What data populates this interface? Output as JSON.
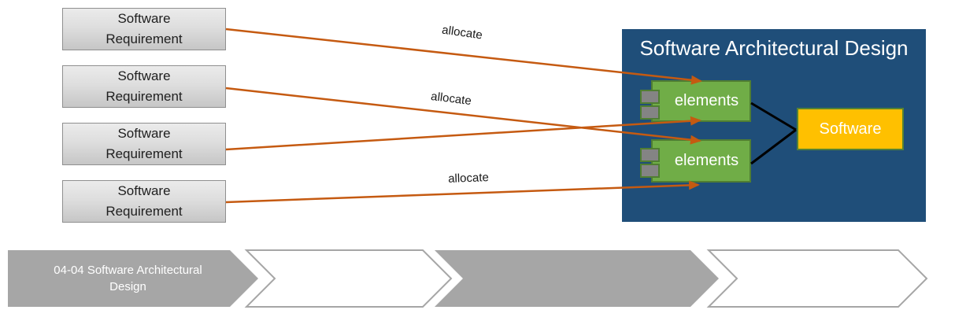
{
  "diagram": {
    "requirements": [
      {
        "label": "Software Requirement"
      },
      {
        "label": "Software Requirement"
      },
      {
        "label": "Software Requirement"
      },
      {
        "label": "Software Requirement"
      }
    ],
    "allocate_labels": [
      {
        "text": "allocate"
      },
      {
        "text": "allocate"
      },
      {
        "text": "allocate"
      }
    ],
    "architecture_panel": {
      "title": "Software Architectural Design",
      "element_blocks": [
        {
          "label": "elements"
        },
        {
          "label": "elements"
        }
      ],
      "software_block": {
        "label": "Software"
      }
    },
    "process_bar": {
      "steps": [
        {
          "label": "04-04 Software Architectural Design",
          "filled": true
        },
        {
          "label": "",
          "filled": false
        },
        {
          "label": "",
          "filled": true
        },
        {
          "label": "",
          "filled": false
        }
      ]
    },
    "colors": {
      "panel_blue": "#1F4E79",
      "element_green": "#70AD47",
      "green_border": "#507E32",
      "software_yellow": "#FFC000",
      "arrow_orange": "#C55A11",
      "step_gray": "#A6A6A6"
    }
  }
}
